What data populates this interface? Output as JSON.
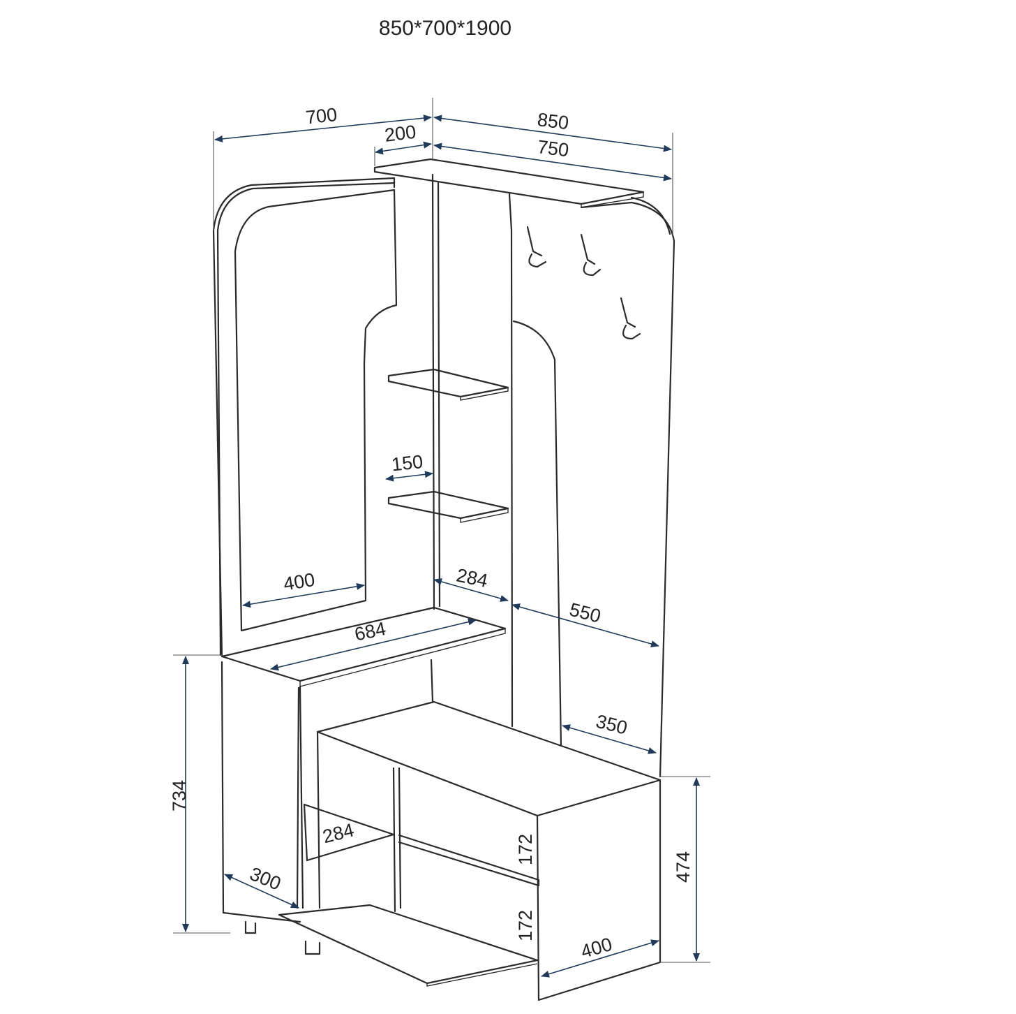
{
  "title": "850*700*1900",
  "dimensions": {
    "top_left_depth": "700",
    "top_offset": "200",
    "top_width": "850",
    "shelf_width": "750",
    "small_shelf": "150",
    "mirror_width": "400",
    "niche_width": "284",
    "right_panel": "550",
    "desk_length": "684",
    "bench_depth": "350",
    "left_height": "734",
    "bench_height": "474",
    "inner_shelf": "284",
    "cabinet_depth": "300",
    "compartment_upper": "172",
    "compartment_lower": "172",
    "bench_front": "400"
  }
}
